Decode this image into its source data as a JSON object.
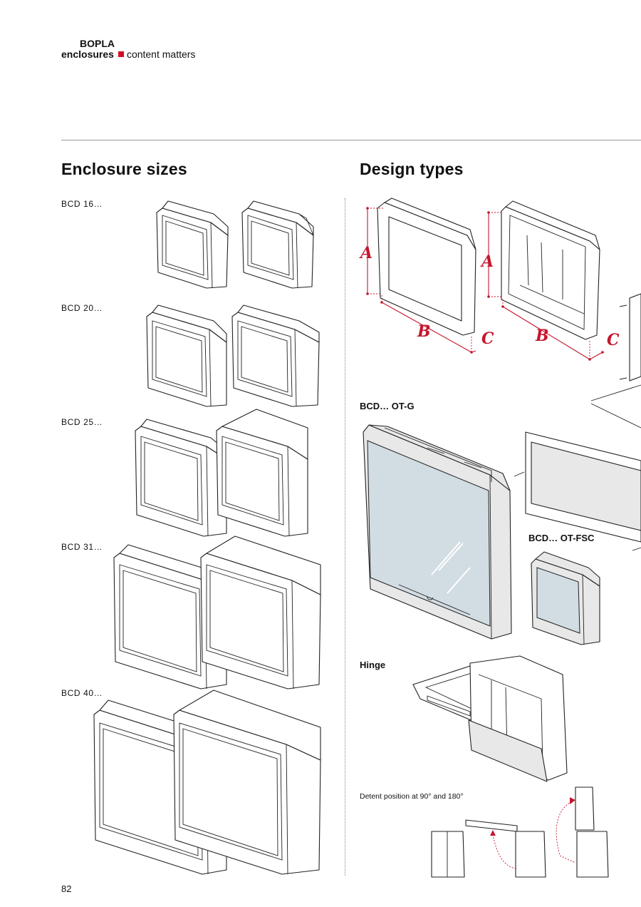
{
  "header": {
    "brand": "BOPLA",
    "line_bold": "enclosures",
    "line_rest": "content matters",
    "accent_color": "#d0102a"
  },
  "sections": {
    "sizes_title": "Enclosure sizes",
    "types_title": "Design types"
  },
  "size_labels": [
    "BCD 16…",
    "BCD 20…",
    "BCD 25…",
    "BCD 31…",
    "BCD 40…"
  ],
  "design_types": {
    "ot_g": "BCD… OT-G",
    "ot_fsc": "BCD… OT-FSC",
    "hinge": "Hinge",
    "detent_caption": "Detent position at 90° and 180°"
  },
  "dimensions": {
    "a": "A",
    "b": "B",
    "c": "C"
  },
  "page_number": "82"
}
